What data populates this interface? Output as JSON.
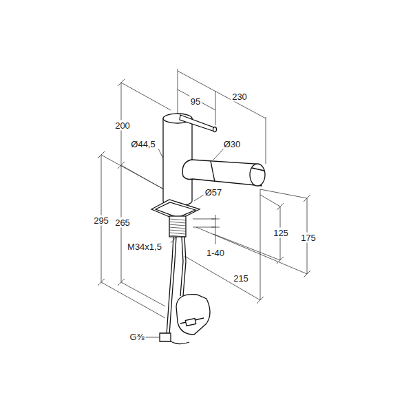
{
  "diagram": {
    "labels": [
      "200",
      "95",
      "230",
      "Ø44,5",
      "Ø30",
      "Ø57",
      "295",
      "265",
      "M34x1,5",
      "1-40",
      "125",
      "175",
      "215",
      "G⅜"
    ]
  }
}
